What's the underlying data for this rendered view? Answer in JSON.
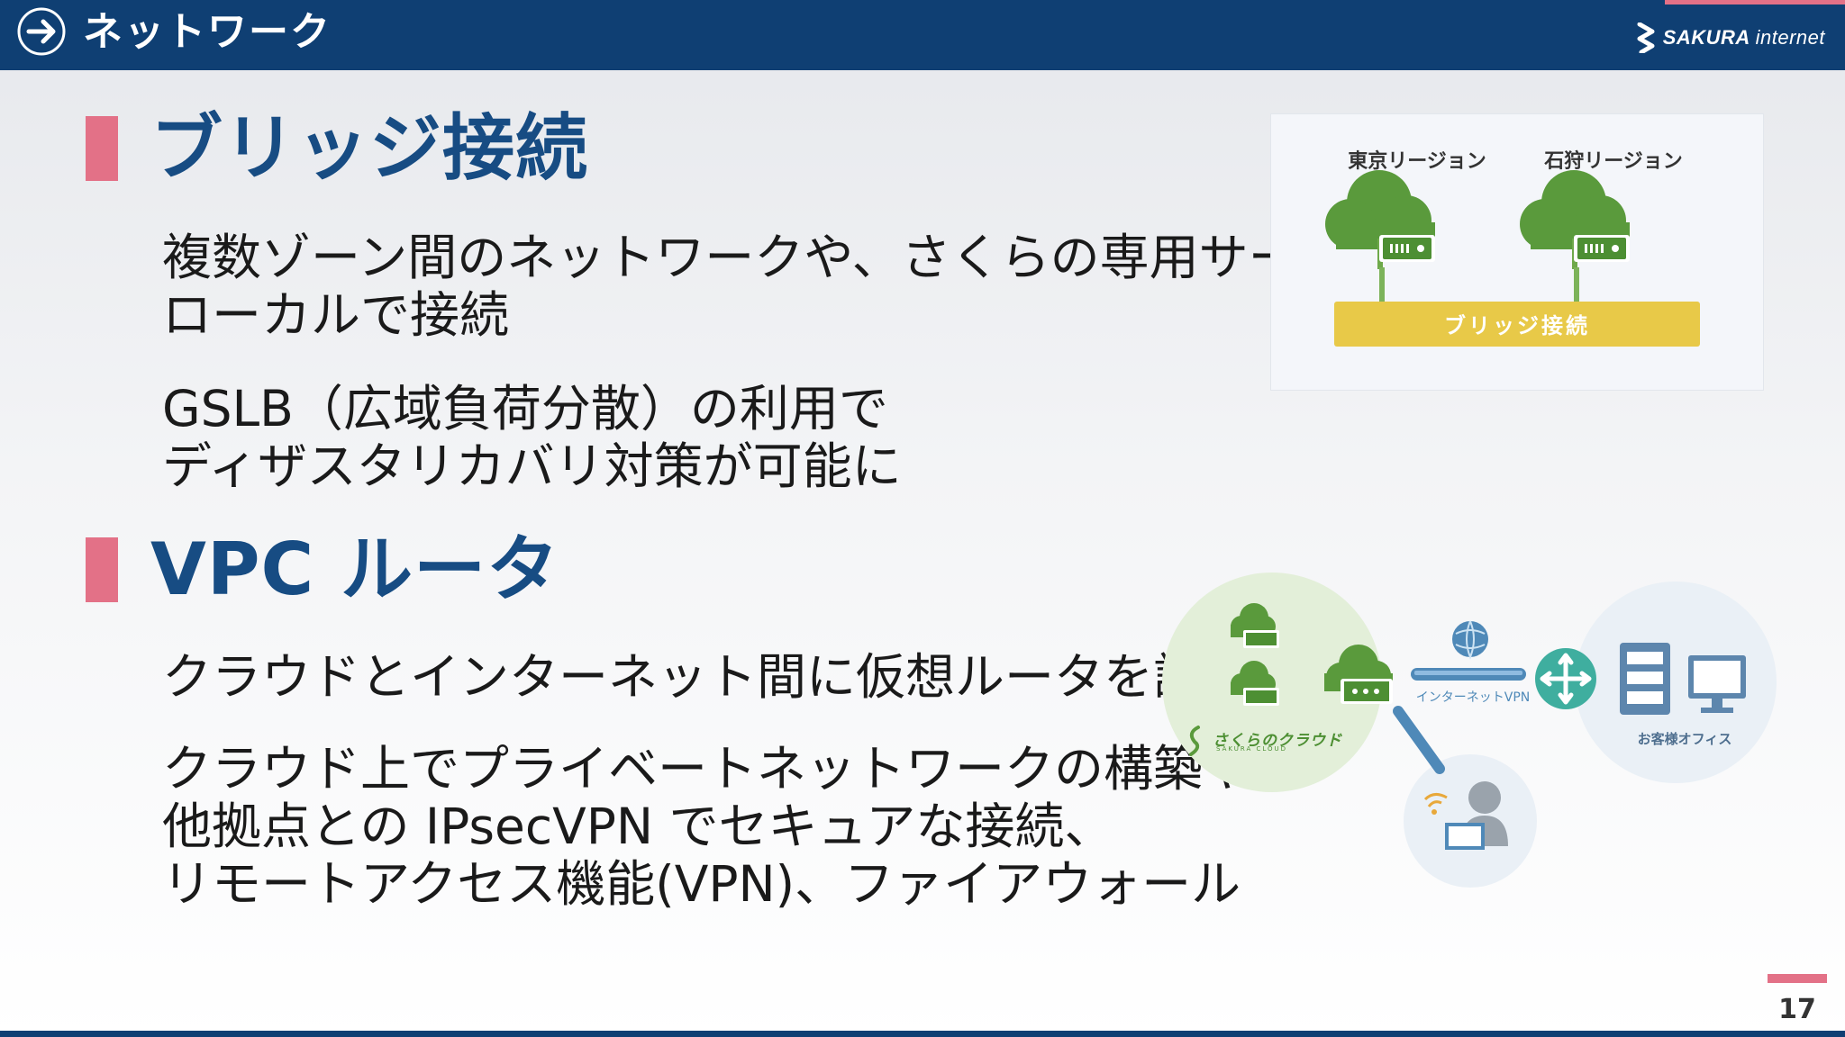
{
  "header": {
    "title": "ネットワーク",
    "logo_text_bold": "SAKURA",
    "logo_text_thin": "internet"
  },
  "sections": [
    {
      "title": "ブリッジ接続",
      "paragraphs": [
        [
          "複数ゾーン間のネットワークや、さくらの専用サーバを",
          "ローカルで接続"
        ],
        [
          "GSLB（広域負荷分散）の利用で",
          "ディザスタリカバリ対策が可能に"
        ]
      ]
    },
    {
      "title": "VPC ルータ",
      "paragraphs": [
        [
          "クラウドとインターネット間に仮想ルータを設置"
        ],
        [
          "クラウド上でプライベートネットワークの構築や",
          "他拠点との IPsecVPN でセキュアな接続、",
          "リモートアクセス機能(VPN)、ファイアウォール"
        ]
      ]
    }
  ],
  "bridge_diagram": {
    "region_left": "東京リージョン",
    "region_right": "石狩リージョン",
    "bridge_label": "ブリッジ接続"
  },
  "vpc_diagram": {
    "cloud_brand": "さくらのクラウド",
    "cloud_brand_sub": "SAKURA CLOUD",
    "vpn_label": "インターネットVPN",
    "office_label": "お客様オフィス"
  },
  "page_number": "17",
  "colors": {
    "navy": "#0f3f73",
    "title_blue": "#174c83",
    "accent_pink": "#e37187",
    "cloud_green": "#5a9a3c",
    "bridge_yellow": "#e8c948",
    "router_teal": "#3fae9f"
  }
}
